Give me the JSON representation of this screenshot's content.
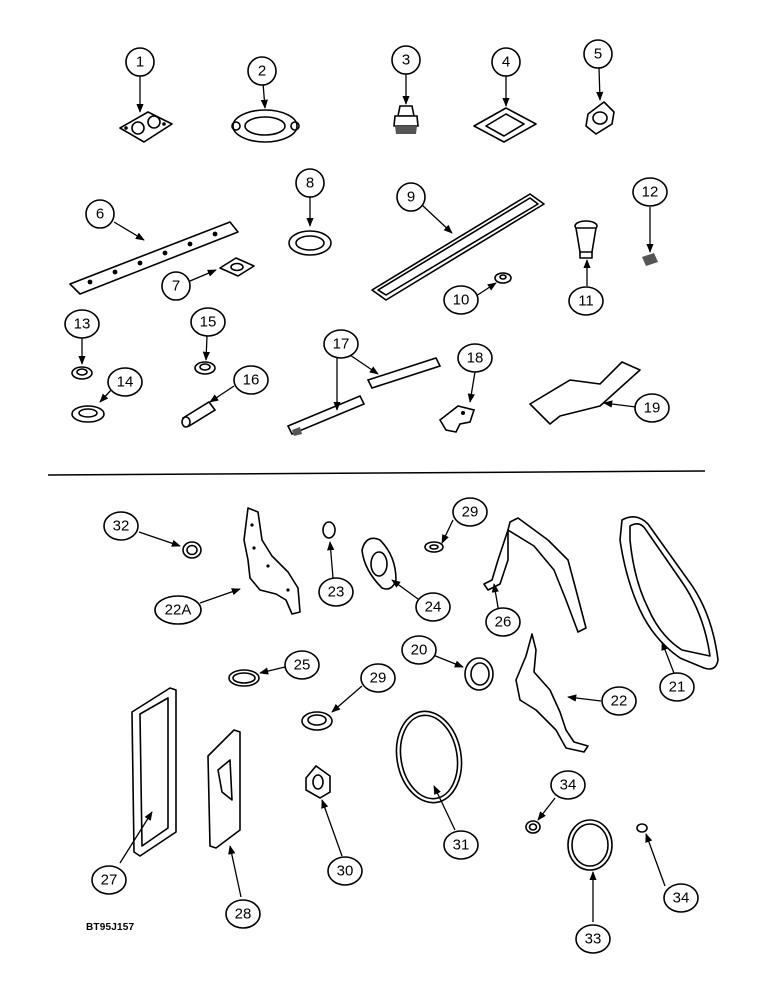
{
  "diagram": {
    "reference_code": "BT95J157",
    "callouts": [
      "1",
      "2",
      "3",
      "4",
      "5",
      "6",
      "7",
      "8",
      "9",
      "10",
      "11",
      "12",
      "13",
      "14",
      "15",
      "16",
      "17",
      "18",
      "19",
      "32",
      "22A",
      "23",
      "24",
      "29",
      "26",
      "21",
      "25",
      "20",
      "22",
      "29",
      "27",
      "28",
      "30",
      "31",
      "34",
      "33",
      "34"
    ]
  }
}
